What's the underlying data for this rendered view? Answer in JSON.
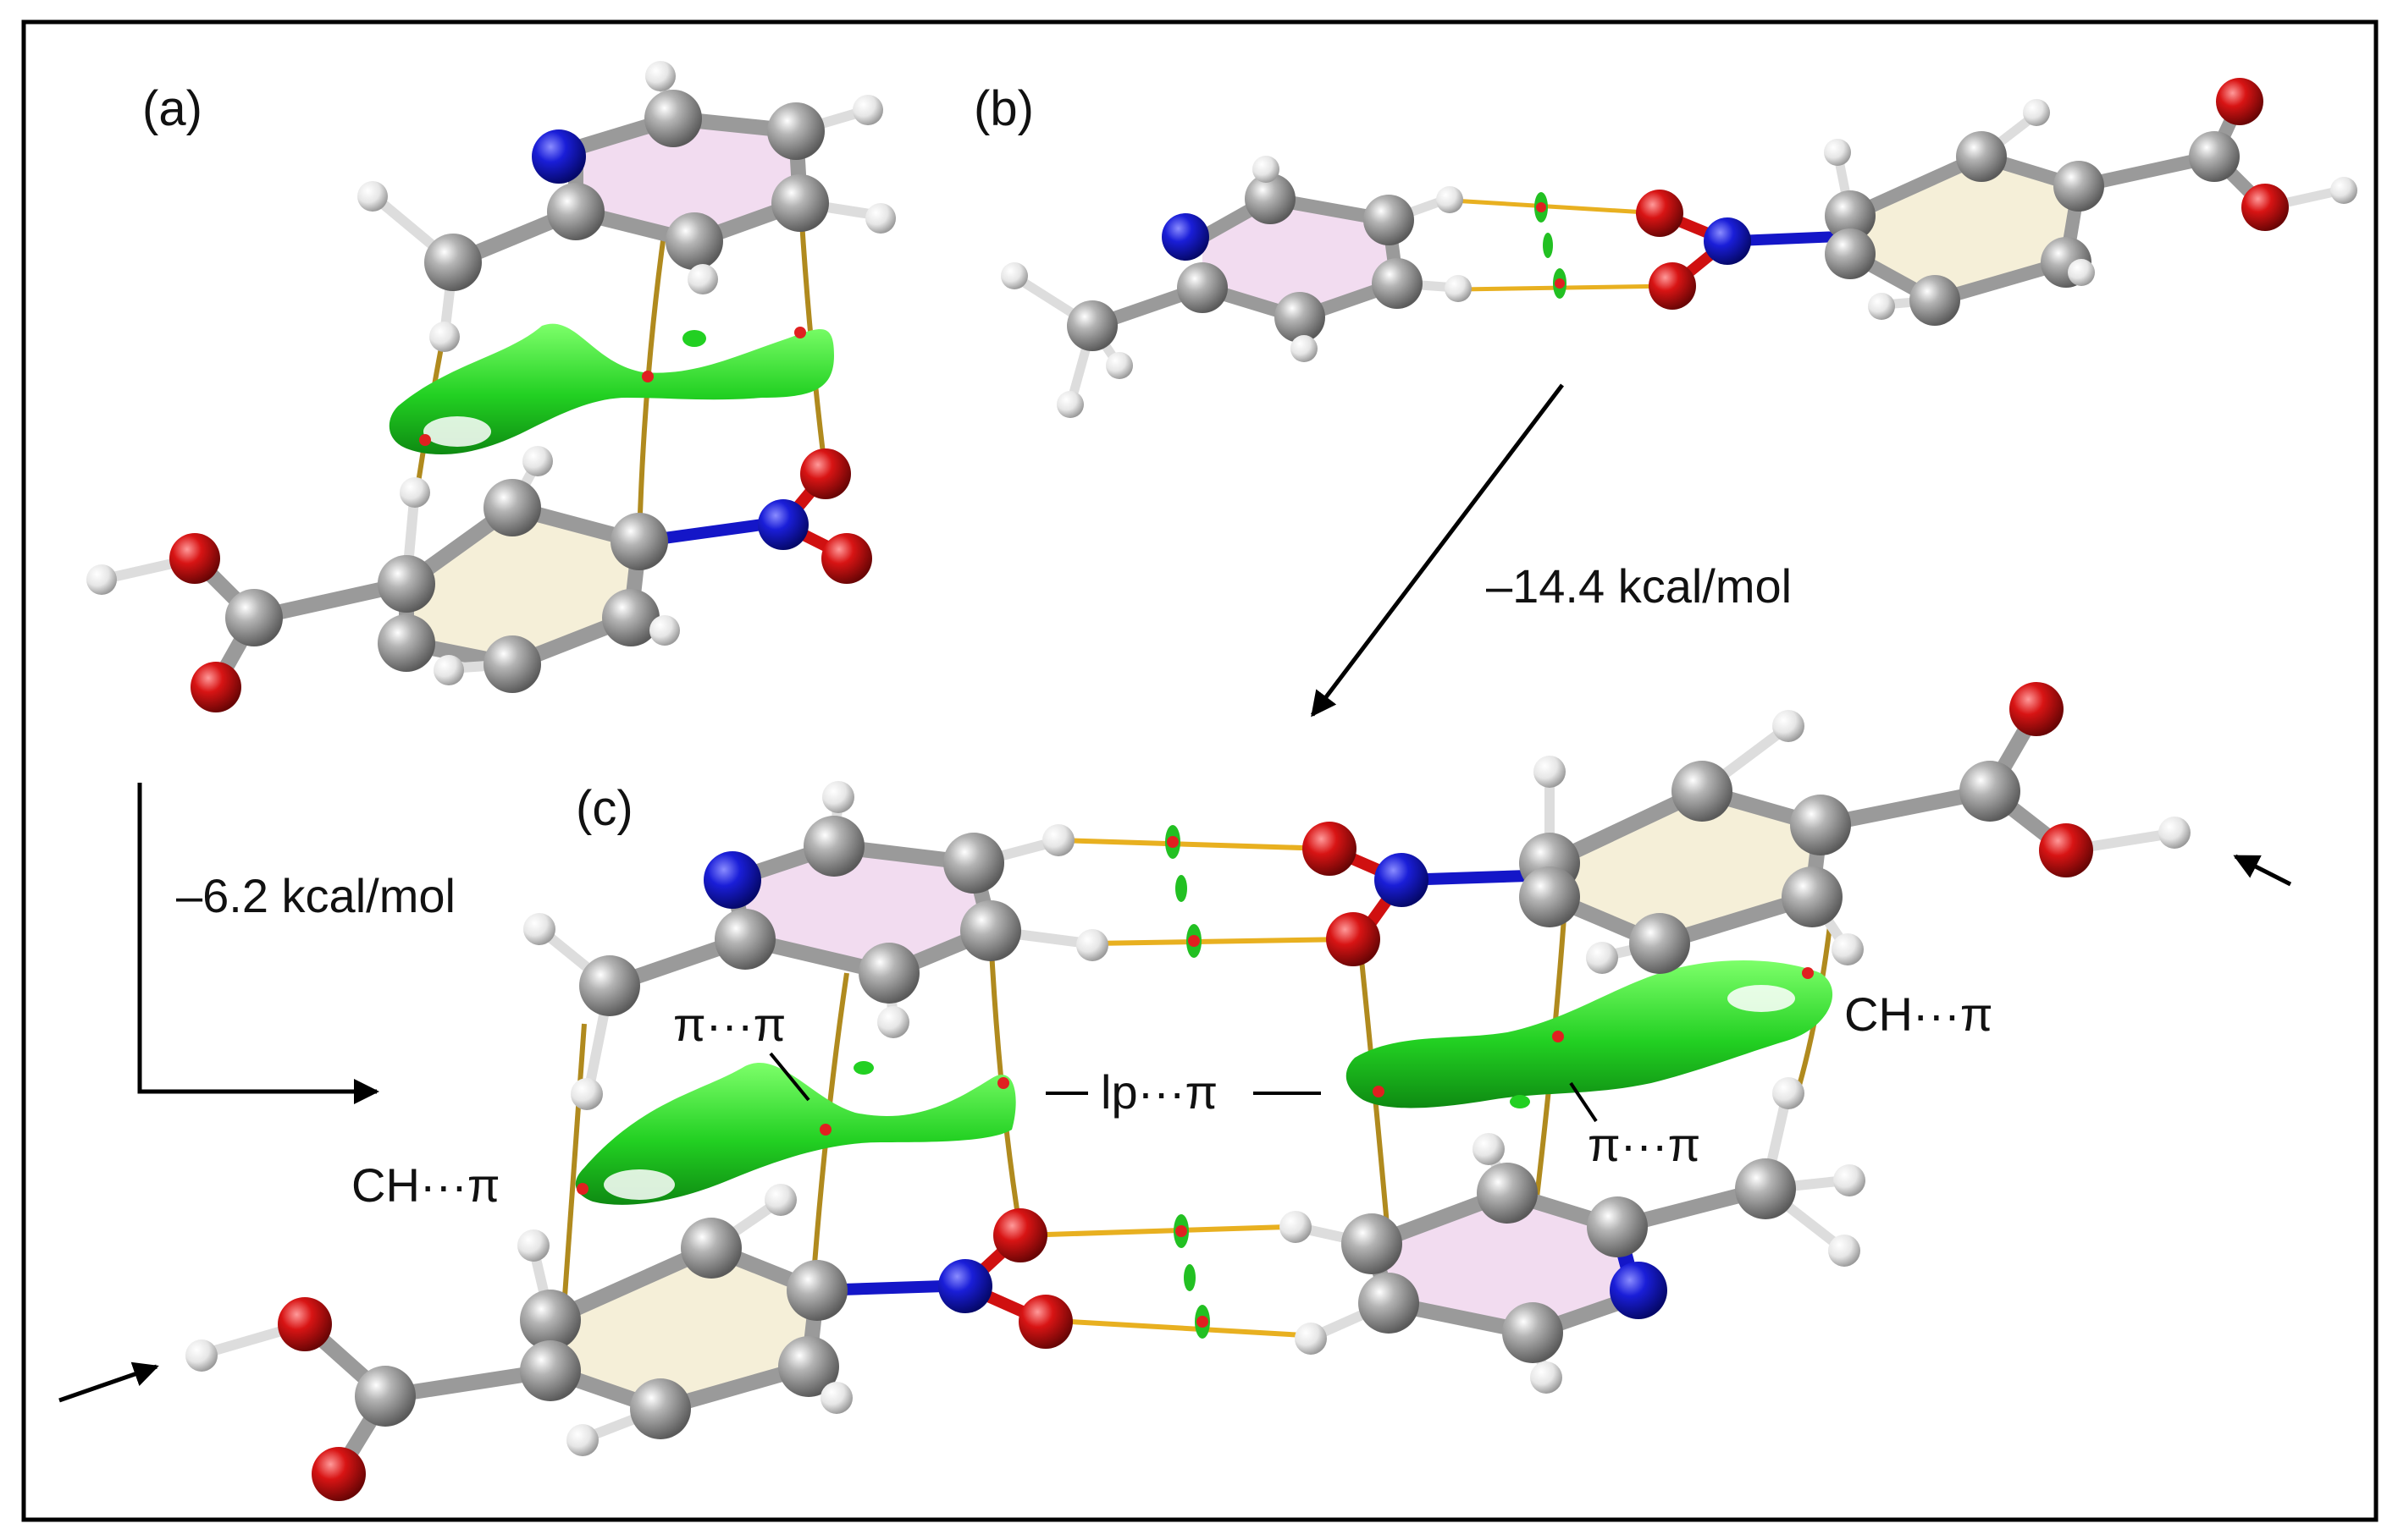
{
  "panels": {
    "a_label": "(a)",
    "b_label": "(b)",
    "c_label": "(c)"
  },
  "energies": {
    "ab_to_c": "–14.4 kcal/mol",
    "a_to_c": "–6.2 kcal/mol"
  },
  "interactions": {
    "pi_pi_left": "π···π",
    "pi_pi_right": "π···π",
    "lp_pi": "lp···π",
    "ch_pi_left": "CH···π",
    "ch_pi_right": "CH···π"
  },
  "colors": {
    "carbon": "#8c8c8c",
    "hydrogen": "#f2f2f2",
    "nitrogen": "#1416c8",
    "oxygen": "#d01010",
    "nci_surface": "#22dd22",
    "bond_path": "#b08a1e",
    "pyridine_ring_fill": "#f2dcf0",
    "benzene_ring_fill": "#f5efd8",
    "frame": "#000000"
  }
}
